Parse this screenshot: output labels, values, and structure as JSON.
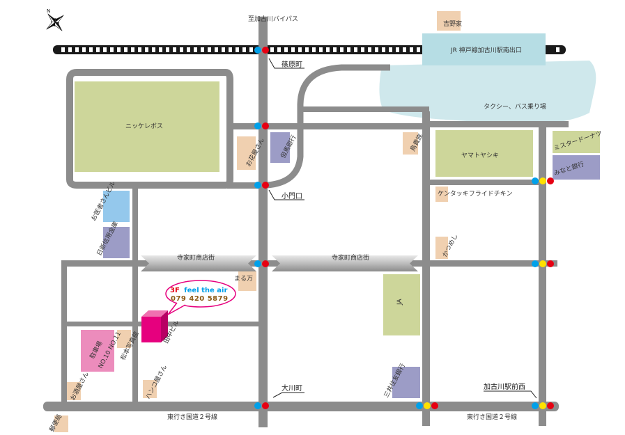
{
  "colors": {
    "road": "#8c8c8c",
    "block_green": "#cdd69a",
    "block_purple": "#9c9cc6",
    "block_blue": "#94c8ec",
    "block_peach": "#f0d0b0",
    "block_pink": "#ec8cbc",
    "building_magenta": "#e6007e",
    "station_blue": "#b6dde4",
    "plaza_blue": "#cfe8ec",
    "signal_blue": "#00a0e9",
    "signal_yellow": "#ffe100",
    "signal_red": "#e60012",
    "callout_red": "#e60012",
    "callout_blue": "#00a0e9",
    "callout_brown": "#8c5a14"
  },
  "compass": {
    "north": "N"
  },
  "roads": {
    "north_bypass": "至加古川バイパス",
    "shopping_street_left": "寺家町商店街",
    "shopping_street_right": "寺家町商店街",
    "national_route_left": "東行き国道２号線",
    "national_route_right": "東行き国道２号線"
  },
  "intersections": {
    "shinohara": "篠原町",
    "komonguchi": "小門口",
    "okawa": "大川町",
    "kakogawa_ekimae_nishi": "加古川駅前西"
  },
  "station": {
    "exit": "JR 神戸線加古川駅南出口",
    "plaza": "タクシー、バス乗り場"
  },
  "landmarks": {
    "yoshinoya": "吉野家",
    "nikke_rebos": "ニッケレボス",
    "ohanaya": "お花屋さん",
    "tajima_bank": "但馬銀行",
    "torikizoku": "鳥貴族",
    "yamatoyashiki": "ヤマトヤシキ",
    "mister_donut": "ミスタードーナツ",
    "minato_bank": "みなと銀行",
    "kentucky": "ケンタッキフライドチキン",
    "katsumeshi": "かつめし",
    "isha_building": "お医者さんビル",
    "nisshin_shinkin": "日新信用金庫",
    "maruman": "まる万",
    "ja": "JA",
    "tanaka_building": "田中ビル",
    "matsumoto_photo": "松本写真館",
    "parking_line1": "駐車場",
    "parking_line2": "NO.10 NO.11",
    "sakaya": "お酒屋さん",
    "hankoya": "ハンコ屋さん",
    "mitsui_sumitomo": "三井住友銀行",
    "post_office": "郵便局"
  },
  "callout": {
    "floor": "3F",
    "name": "feel the air",
    "phone": "079 420 5879"
  }
}
